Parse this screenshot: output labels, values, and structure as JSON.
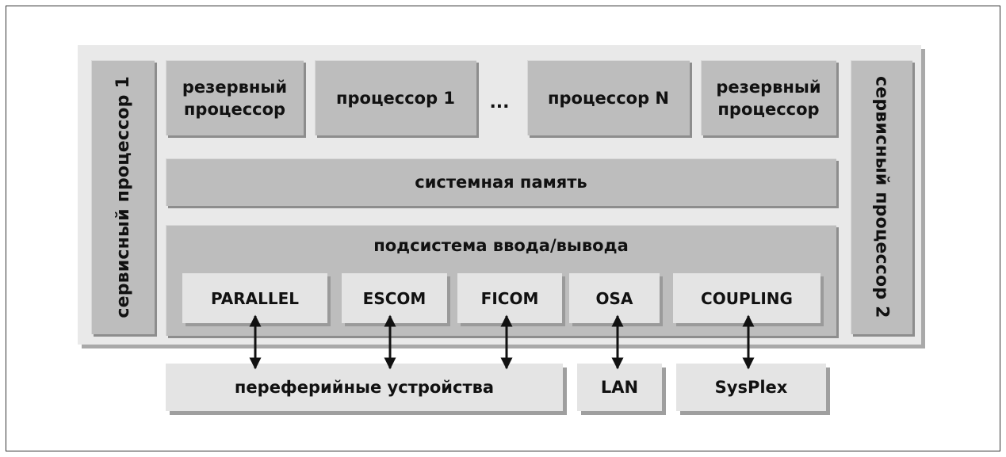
{
  "diagram": {
    "service_processor_1": "сервисный процессор 1",
    "service_processor_2": "сервисный процессор 2",
    "processors": {
      "spare_left": [
        "резервный",
        "процессор"
      ],
      "processor_1": "процессор 1",
      "ellipsis": "...",
      "processor_n": "процессор N",
      "spare_right": [
        "резервный",
        "процессор"
      ]
    },
    "system_memory": "системная память",
    "io_subsystem": {
      "title": "подсистема ввода/вывода",
      "channels": [
        "PARALLEL",
        "ESCOM",
        "FICOM",
        "OSA",
        "COUPLING"
      ]
    },
    "external": {
      "peripherals": "переферийные устройства",
      "lan": "LAN",
      "sysplex": "SysPlex"
    },
    "colors": {
      "dark_block": "#bdbdbd",
      "light_block": "#e4e4e4",
      "outer_frame": "#e9e9e9",
      "arrow": "#111111"
    }
  }
}
